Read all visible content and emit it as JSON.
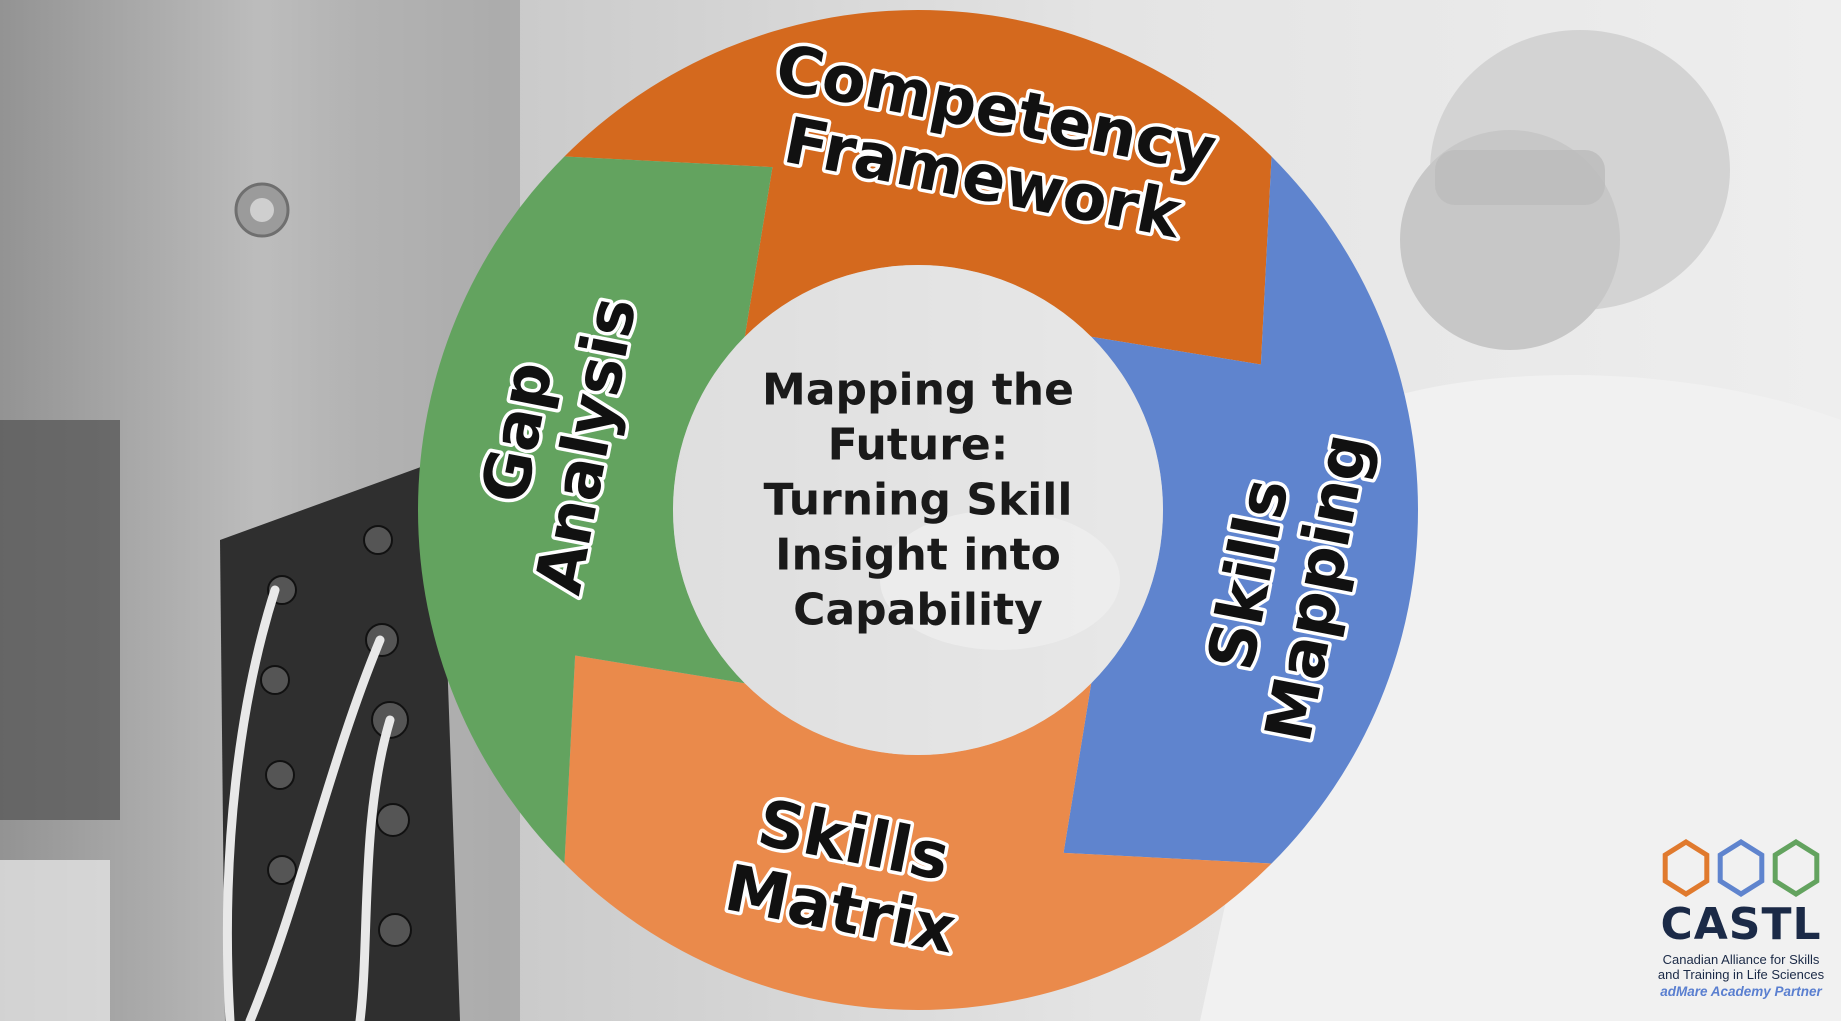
{
  "diagram": {
    "center_text_lines": [
      "Mapping the",
      "Future:",
      "Turning Skill",
      "Insight into",
      "Capability"
    ],
    "segments": [
      {
        "lines": [
          "Competency",
          "Framework"
        ],
        "color": "#d4691e"
      },
      {
        "lines": [
          "Skills",
          "Mapping"
        ],
        "color": "#5f84ce"
      },
      {
        "lines": [
          "Skills",
          "Matrix"
        ],
        "color": "#ea8a4b"
      },
      {
        "lines": [
          "Gap",
          "Analysis"
        ],
        "color": "#63a35f"
      }
    ]
  },
  "logo": {
    "name": "CASTL",
    "subtitle_line1": "Canadian Alliance for Skills",
    "subtitle_line2": "and Training in Life Sciences",
    "partner": "adMare Academy Partner",
    "hex_colors": [
      "#e07a2e",
      "#5f84ce",
      "#63a35f"
    ]
  }
}
